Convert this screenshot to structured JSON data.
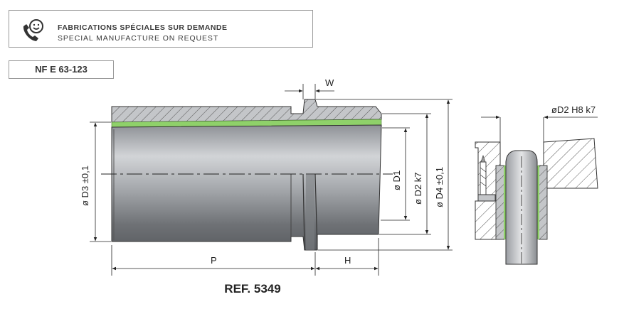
{
  "banner": {
    "icon": "phone-smile-icon",
    "line1": "FABRICATIONS SPÉCIALES SUR DEMANDE",
    "line2": "SPECIAL MANUFACTURE ON REQUEST"
  },
  "standard": "NF E 63-123",
  "reference": "REF. 5349",
  "dimensions": {
    "w": "W",
    "d3": "ø D3 ±0,1",
    "d1": "ø D1",
    "d2": "ø D2 k7",
    "d4": "ø D4 ±0,1",
    "p": "P",
    "h": "H",
    "fit": "øD2 H8 k7"
  },
  "colors": {
    "steel": "#9a9da2",
    "hatch": "#6a6a6a",
    "green": "#8fd16a",
    "line": "#222222"
  }
}
